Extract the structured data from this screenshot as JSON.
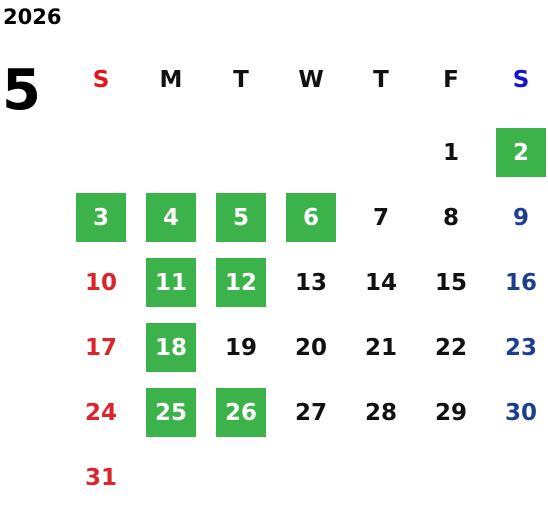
{
  "calendar": {
    "year": "2026",
    "month": "5",
    "weekdays": [
      "S",
      "M",
      "T",
      "W",
      "T",
      "F",
      "S"
    ],
    "highlight_color": "#3bb24a",
    "sunday_color": "#d9252b",
    "saturday_color": "#1e3f8f",
    "weeks": [
      [
        null,
        null,
        null,
        null,
        null,
        "1",
        "2"
      ],
      [
        "3",
        "4",
        "5",
        "6",
        "7",
        "8",
        "9"
      ],
      [
        "10",
        "11",
        "12",
        "13",
        "14",
        "15",
        "16"
      ],
      [
        "17",
        "18",
        "19",
        "20",
        "21",
        "22",
        "23"
      ],
      [
        "24",
        "25",
        "26",
        "27",
        "28",
        "29",
        "30"
      ],
      [
        "31",
        null,
        null,
        null,
        null,
        null,
        null
      ]
    ],
    "highlighted_days": [
      "2",
      "3",
      "4",
      "5",
      "6",
      "11",
      "12",
      "18",
      "25",
      "26"
    ]
  }
}
